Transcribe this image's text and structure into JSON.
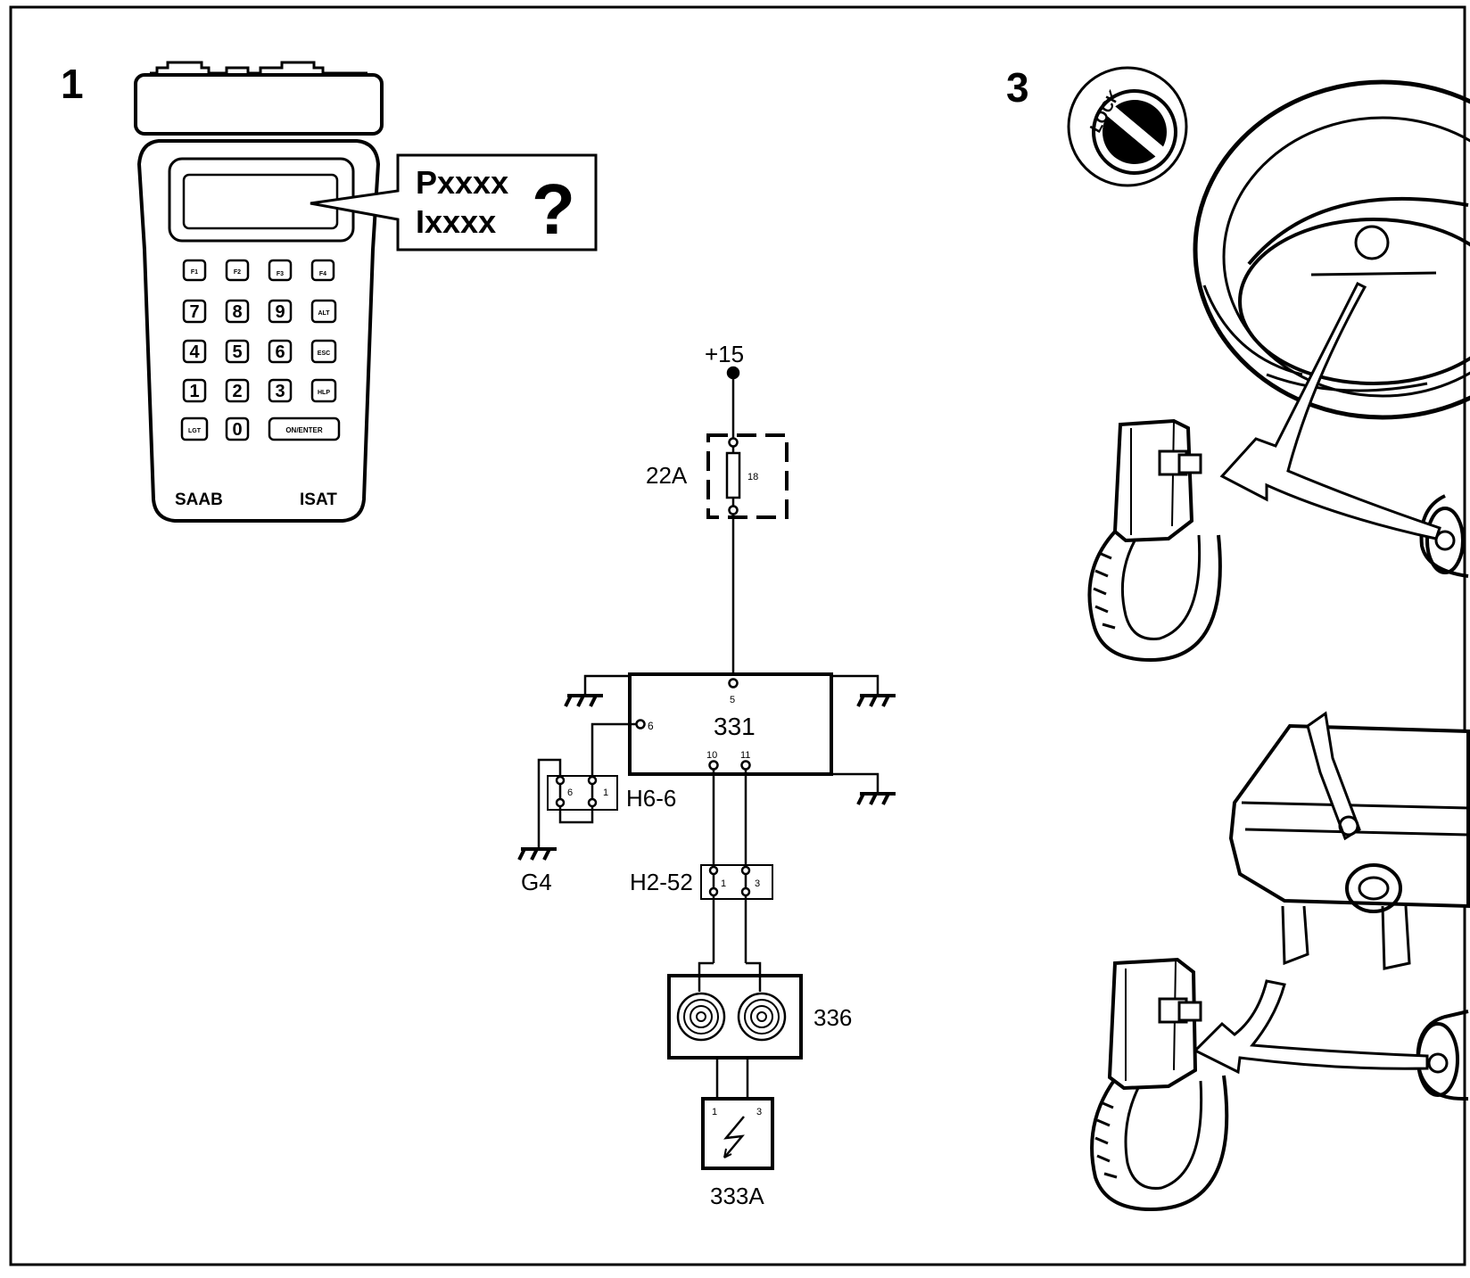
{
  "step_numbers": {
    "step1": "1",
    "step3": "3"
  },
  "tool": {
    "display_code_1": "Pxxxx",
    "display_code_2": "Ixxxx",
    "question_mark": "?",
    "keys": {
      "f1": "F1",
      "f2": "F2",
      "f3": "F3",
      "f4": "F4",
      "k7": "7",
      "k8": "8",
      "k9": "9",
      "alt": "ALT",
      "k4": "4",
      "k5": "5",
      "k6": "6",
      "esc": "ESC",
      "k1": "1",
      "k2": "2",
      "k3": "3",
      "hlp": "HLP",
      "lgt": "LGT",
      "k0": "0",
      "on_enter": "ON/ENTER"
    },
    "brand_left": "SAAB",
    "brand_right": "ISAT"
  },
  "lock_label": "LOCK",
  "schematic": {
    "supply_label": "+15",
    "fuse_label": "22A",
    "fuse_number": "18",
    "module_label": "331",
    "module_pins": {
      "p5": "5",
      "p6": "6",
      "p10": "10",
      "p11": "11"
    },
    "connector_h6": {
      "label": "H6-6",
      "pin_a": "6",
      "pin_b": "1"
    },
    "ground_label": "G4",
    "connector_h2": {
      "label": "H2-52",
      "pin_a": "1",
      "pin_b": "3"
    },
    "clockspring_label": "336",
    "airbag": {
      "label": "333A",
      "pin_a": "1",
      "pin_b": "3"
    }
  }
}
